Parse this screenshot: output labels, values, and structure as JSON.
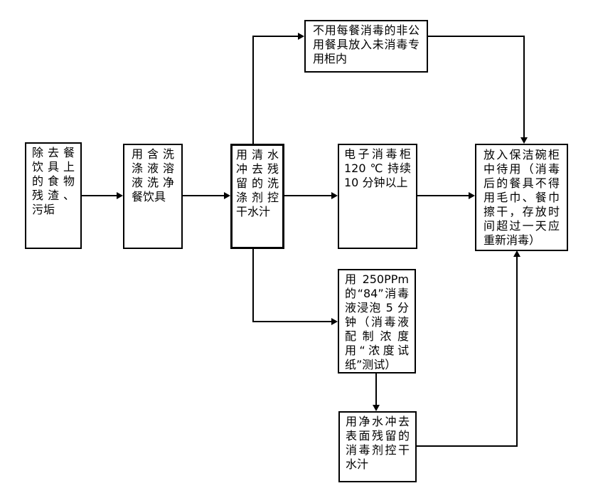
{
  "diagram": {
    "colors": {
      "background": "#ffffff",
      "line": "#000000",
      "text": "#000000"
    },
    "nodes": {
      "remove": {
        "text": "除去餐饮具上的食物残渣、污垢"
      },
      "wash": {
        "text": "用含洗涤液溶液洗净餐饮具"
      },
      "rinse": {
        "text": "用清水冲去残留的洗涤剂控干水汁"
      },
      "non_public": {
        "text": "不用每餐消毒的非公用餐具放入未消毒专用柜内"
      },
      "electronic": {
        "text": "电子消毒柜 120 ℃ 持续 10 分钟以上"
      },
      "store": {
        "text": "放入保洁碗柜中待用（消毒后的餐具不得用毛巾、餐巾擦干，存放时间超过一天应重新消毒）"
      },
      "soak": {
        "text": "用 250PPm 的“84”消毒液浸泡 5 分钟（消毒液配制浓度用“浓度试纸”测试）"
      },
      "final_rinse": {
        "text": "用净水冲去表面残留的消毒剂控干水汁"
      }
    }
  }
}
